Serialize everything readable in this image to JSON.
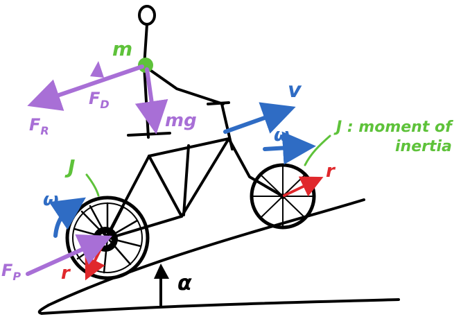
{
  "colors": {
    "ink": "#000000",
    "purple": "#a86fd6",
    "blue": "#2f6cc4",
    "green": "#5ec23a",
    "red": "#e0282c"
  },
  "labels": {
    "mass": "m",
    "drag_force": "F",
    "drag_sub": "D",
    "rolling_force": "F",
    "rolling_sub": "R",
    "gravity": "mg",
    "velocity": "v",
    "omega_front": "ω",
    "omega_rear": "ω",
    "inertia_rear": "J",
    "inertia_front": "J",
    "inertia_note_line1": "J : moment of",
    "inertia_note_line2": "inertia",
    "radius_rear": "r",
    "radius_front": "r",
    "propulsion_force": "F",
    "propulsion_sub": "P",
    "angle": "α"
  }
}
